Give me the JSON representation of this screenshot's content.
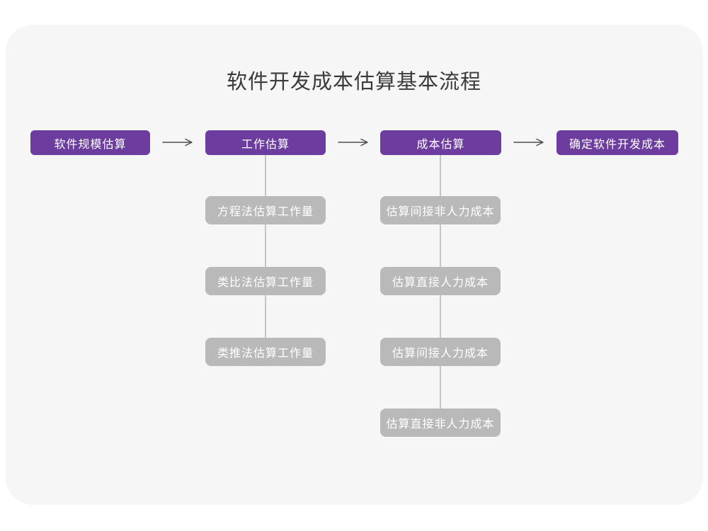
{
  "title": "软件开发成本估算基本流程",
  "colors": {
    "page_bg": "#ffffff",
    "card_bg": "#f6f6f7",
    "primary": "#6c3d9f",
    "secondary_box": "#b9b9b9",
    "connector": "#c5c5c5",
    "arrow": "#4d4d4d",
    "title_text": "#3b3b3b",
    "box_text": "#ffffff"
  },
  "flow": {
    "main_steps": [
      "软件规模估算",
      "工作估算",
      "成本估算",
      "确定软件开发成本"
    ],
    "work_estimation_methods": [
      "方程法估算工作量",
      "类比法估算工作量",
      "类推法估算工作量"
    ],
    "cost_estimation_steps": [
      "估算间接非人力成本",
      "估算直接人力成本",
      "估算间接人力成本",
      "估算直接非人力成本"
    ]
  }
}
